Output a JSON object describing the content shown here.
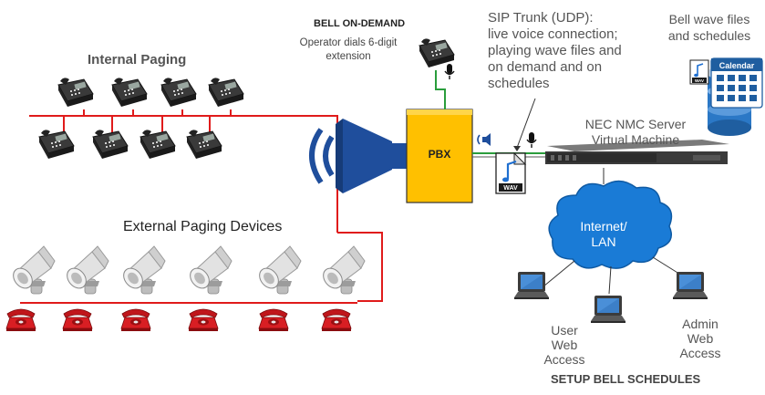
{
  "bell_on_demand": {
    "title": "BELL ON-DEMAND",
    "desc_line1": "Operator dials 6-digit",
    "desc_line2": "extension"
  },
  "sip_trunk": {
    "line1": "SIP Trunk (UDP):",
    "line2": "live voice connection;",
    "line3": "playing wave files and",
    "line4": "on demand and on",
    "line5": "schedules"
  },
  "bell_wave_files": {
    "line1": "Bell wave files",
    "line2": "and schedules"
  },
  "calendar_label": "Calendar",
  "internal_paging": "Internal Paging",
  "external_paging": "External Paging Devices",
  "pbx_label": "PBX",
  "wav_label": "WAV",
  "server": {
    "line1": "NEC NMC Server",
    "line2": "Virtual Machine"
  },
  "cloud": {
    "line1": "Internet/",
    "line2": "LAN"
  },
  "user_web_access": {
    "line1": "User",
    "line2": "Web",
    "line3": "Access"
  },
  "admin_web_access": {
    "line1": "Admin",
    "line2": "Web",
    "line3": "Access"
  },
  "setup_bell_schedules": "SETUP BELL SCHEDULES",
  "colors": {
    "red_line": "#e01b1b",
    "green_line": "#2a9d3c",
    "pbx_fill": "#ffc000",
    "speaker_blue": "#1f4e9c",
    "cloud_blue": "#1a7bd6",
    "db_blue": "#2b78c6"
  }
}
